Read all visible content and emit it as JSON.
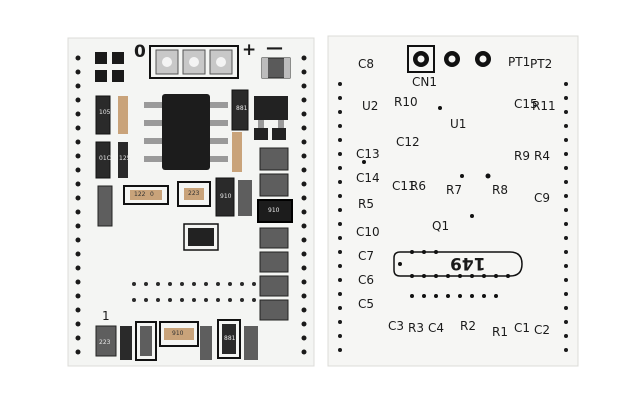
{
  "left_board": {
    "silkscreen": {
      "pad_zero": "0",
      "plus": "+",
      "minus": "—",
      "pin_one": "1"
    },
    "component_markings": [
      "122",
      "223",
      "910",
      "105",
      "01C",
      "125",
      "0",
      "881",
      "910",
      "223",
      "910",
      "881"
    ]
  },
  "right_board": {
    "silkscreen": {
      "c8": "C8",
      "cn1": "CN1",
      "pt2": "PT2",
      "pt1": "PT1",
      "u2": "U2",
      "r10": "R10",
      "c15": "C15",
      "r11": "R11",
      "u1": "U1",
      "c12": "C12",
      "c13": "C13",
      "r9": "R9",
      "r4": "R4",
      "c14": "C14",
      "c11": "C11",
      "r6": "R6",
      "r7": "R7",
      "r8": "R8",
      "r5": "R5",
      "c9": "C9",
      "c10": "C10",
      "q1": "Q1",
      "c7": "C7",
      "c6": "C6",
      "c5": "C5",
      "board_number": "149",
      "c3": "C3",
      "r3": "R3",
      "c4": "C4",
      "r2": "R2",
      "r1": "R1",
      "c1": "C1",
      "c2": "C2"
    }
  }
}
